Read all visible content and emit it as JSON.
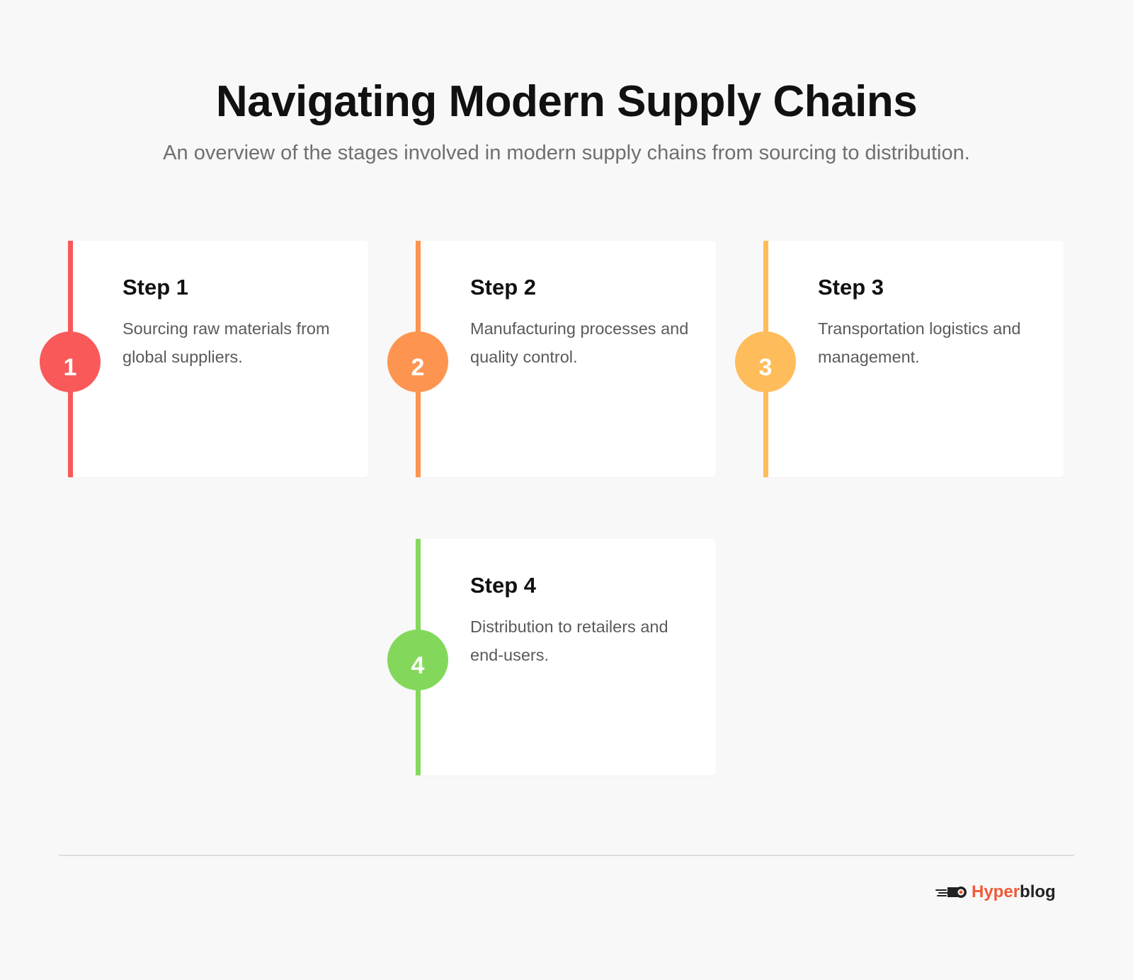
{
  "header": {
    "title": "Navigating Modern Supply Chains",
    "subtitle": "An overview of the stages involved in modern supply chains from sourcing to distribution."
  },
  "steps": [
    {
      "number": "1",
      "title": "Step 1",
      "description": "Sourcing raw materials from global suppliers.",
      "color": "#f95959"
    },
    {
      "number": "2",
      "title": "Step 2",
      "description": "Manufacturing processes and quality control.",
      "color": "#fd9550"
    },
    {
      "number": "3",
      "title": "Step 3",
      "description": "Transportation logistics and management.",
      "color": "#ffbc5a"
    },
    {
      "number": "4",
      "title": "Step 4",
      "description": "Distribution to retailers and end-users.",
      "color": "#83d85c"
    }
  ],
  "footer": {
    "brand_part1": "Hyper",
    "brand_part2": "blog",
    "brand_icon": "rocket-speed-icon"
  }
}
